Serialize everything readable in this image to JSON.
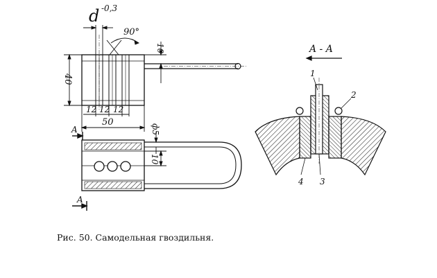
{
  "figure": {
    "caption": "Рис. 50. Самодельная гвоздильня.",
    "dimensions": {
      "d": "d",
      "d_tol": "-0,3",
      "angle": "90°",
      "top_offset": "10",
      "height": "40",
      "pitch_1": "12",
      "pitch_2": "12",
      "pitch_3": "12",
      "width": "50",
      "rod_diameter": "ф5",
      "lower_offset": "10"
    },
    "section_marks": {
      "top_a": "A",
      "bottom_a": "A",
      "section_title": "A - A"
    },
    "parts": {
      "p1": "1",
      "p2": "2",
      "p3": "3",
      "p4": "4"
    }
  }
}
